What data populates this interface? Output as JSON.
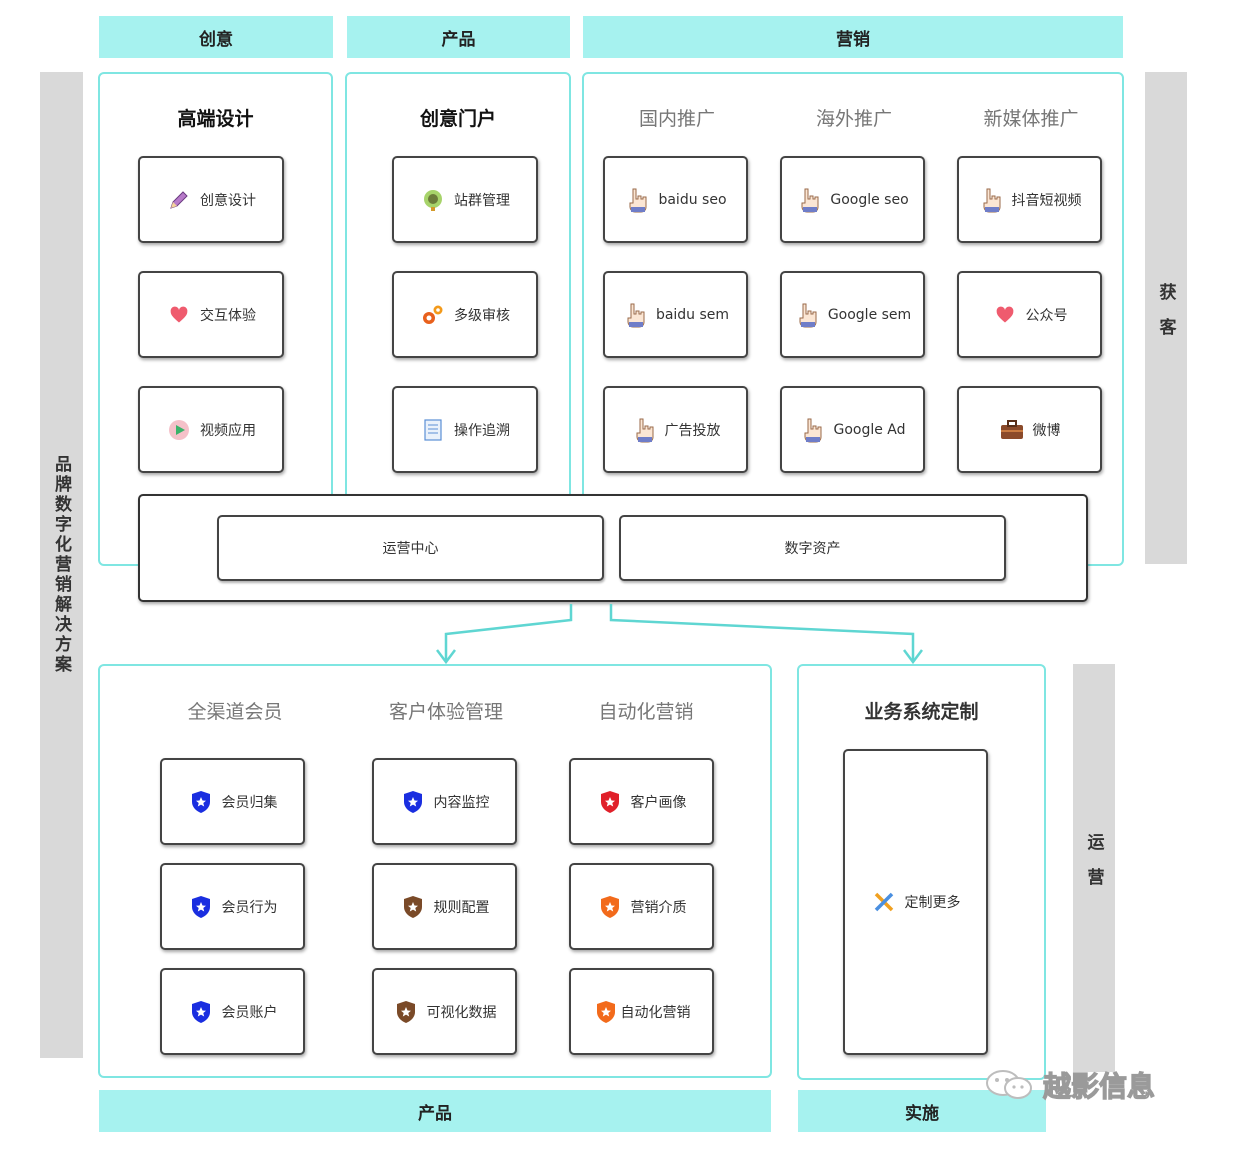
{
  "top_headers": {
    "creative": "创意",
    "product": "产品",
    "marketing": "营销"
  },
  "left_sidebar": "品牌数字化营销解决方案",
  "right_top_sidebar": "获客",
  "right_bottom_sidebar": "运营",
  "creative_panel": {
    "title": "高端设计",
    "cards": [
      {
        "label": "创意设计",
        "icon": "pencil-icon"
      },
      {
        "label": "交互体验",
        "icon": "heart-icon"
      },
      {
        "label": "视频应用",
        "icon": "play-icon"
      }
    ]
  },
  "product_panel": {
    "title": "创意门户",
    "cards": [
      {
        "label": "站群管理",
        "icon": "globe-icon"
      },
      {
        "label": "多级审核",
        "icon": "gears-icon"
      },
      {
        "label": "操作追溯",
        "icon": "document-icon"
      }
    ]
  },
  "marketing_panel": {
    "titles": [
      "国内推广",
      "海外推广",
      "新媒体推广"
    ],
    "cards": [
      {
        "label": "baidu seo",
        "icon": "hand-pointer-icon"
      },
      {
        "label": "Google seo",
        "icon": "hand-pointer-icon"
      },
      {
        "label": "抖音短视频",
        "icon": "hand-pointer-icon"
      },
      {
        "label": "baidu sem",
        "icon": "hand-pointer-icon"
      },
      {
        "label": "Google sem",
        "icon": "hand-pointer-icon"
      },
      {
        "label": "公众号",
        "icon": "heart-icon"
      },
      {
        "label": "广告投放",
        "icon": "hand-pointer-icon"
      },
      {
        "label": "Google Ad",
        "icon": "hand-pointer-icon"
      },
      {
        "label": "微博",
        "icon": "briefcase-icon"
      }
    ]
  },
  "center_bar": {
    "left": "运营中心",
    "right": "数字资产"
  },
  "bottom_left_panel": {
    "titles": [
      "全渠道会员",
      "客户体验管理",
      "自动化营销"
    ],
    "cards": [
      {
        "label": "会员归集",
        "icon": "badge-star-icon",
        "color": "#1a2ee0"
      },
      {
        "label": "内容监控",
        "icon": "badge-star-icon",
        "color": "#1a2ee0"
      },
      {
        "label": "客户画像",
        "icon": "badge-star-icon",
        "color": "#e0202a"
      },
      {
        "label": "会员行为",
        "icon": "badge-star-icon",
        "color": "#1a2ee0"
      },
      {
        "label": "规则配置",
        "icon": "badge-star-icon",
        "color": "#7a4a28"
      },
      {
        "label": "营销介质",
        "icon": "badge-star-icon",
        "color": "#f26a1b"
      },
      {
        "label": "会员账户",
        "icon": "badge-star-icon",
        "color": "#1a2ee0"
      },
      {
        "label": "可视化数据",
        "icon": "badge-star-icon",
        "color": "#7a4a28"
      },
      {
        "label": "自动化营销",
        "icon": "badge-star-icon",
        "color": "#f26a1b"
      }
    ]
  },
  "bottom_right_panel": {
    "title": "业务系统定制",
    "card": {
      "label": "定制更多",
      "icon": "tools-icon"
    }
  },
  "bottom_headers": {
    "product": "产品",
    "implementation": "实施"
  },
  "watermark": "越影信息",
  "colors": {
    "accent": "#a6f2ef",
    "border": "#7fe6e2",
    "sidebar": "#d9d9d9"
  }
}
